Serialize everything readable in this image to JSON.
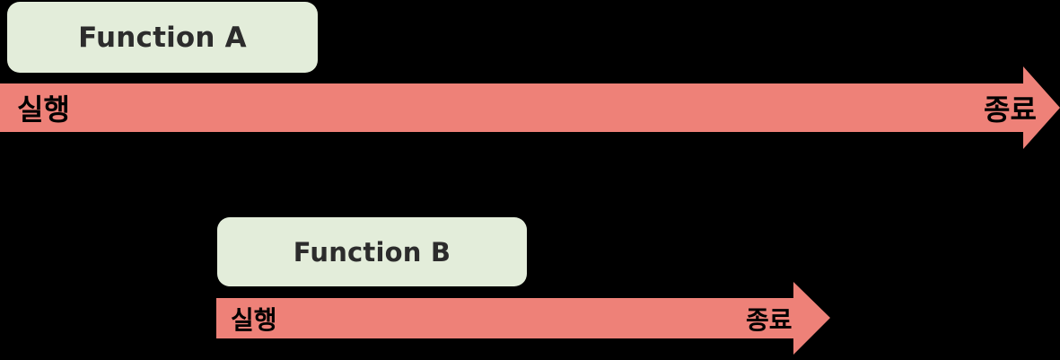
{
  "diagram": {
    "background_color": "#000000",
    "accent_color": "#ee8178",
    "chip_color": "#e3edda",
    "chip_text_color": "#2c2c2c",
    "label_text_color": "#000000",
    "tracks": [
      {
        "name": "function-a",
        "chip_label": "Function A",
        "start_label": "실행",
        "end_label": "종료"
      },
      {
        "name": "function-b",
        "chip_label": "Function B",
        "start_label": "실행",
        "end_label": "종료"
      }
    ]
  }
}
